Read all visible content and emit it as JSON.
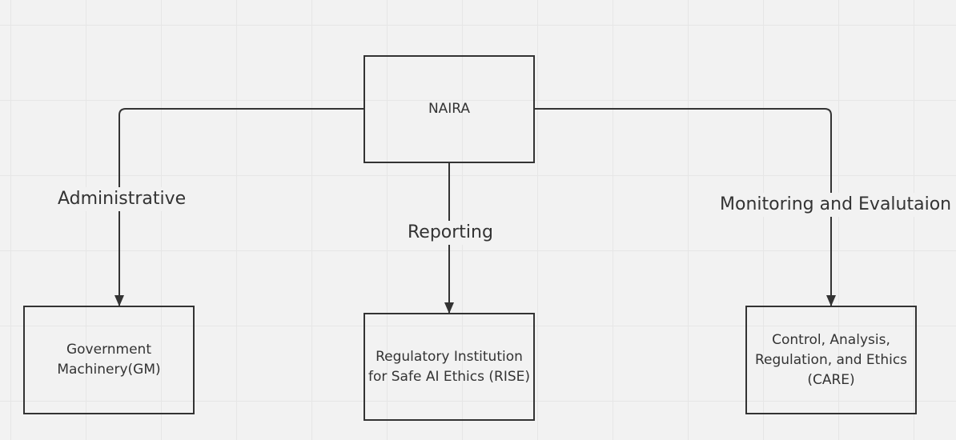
{
  "nodes": {
    "root": {
      "label": "NAIRA"
    },
    "gm": {
      "label_lines": [
        "Government",
        "Machinery(GM)"
      ]
    },
    "rise": {
      "label_lines": [
        "Regulatory Institution",
        "for Safe AI Ethics (RISE)"
      ]
    },
    "care": {
      "label_lines": [
        "Control, Analysis,",
        "Regulation, and Ethics",
        "(CARE)"
      ]
    }
  },
  "edges": {
    "administrative": {
      "label": "Administrative"
    },
    "reporting": {
      "label": "Reporting"
    },
    "monitoring": {
      "label": "Monitoring and Evalutaion"
    }
  },
  "colors": {
    "background": "#f2f2f2",
    "grid": "#e6e6e6",
    "stroke": "#333333"
  }
}
